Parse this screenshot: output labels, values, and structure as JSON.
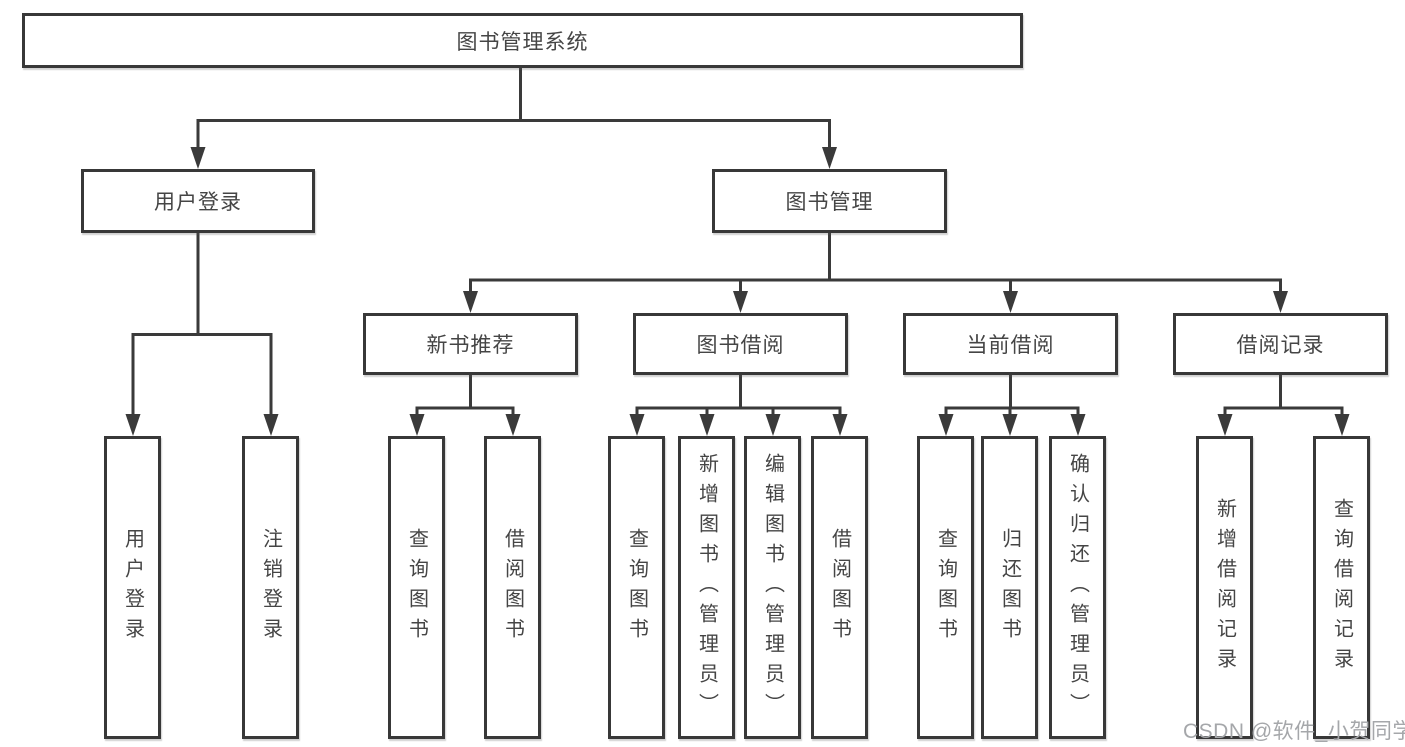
{
  "diagram_title": "图书管理系统",
  "tree": {
    "label": "图书管理系统",
    "children": [
      {
        "label": "用户登录",
        "children": [
          {
            "label": "用户登录"
          },
          {
            "label": "注销登录"
          }
        ]
      },
      {
        "label": "图书管理",
        "children": [
          {
            "label": "新书推荐",
            "children": [
              {
                "label": "查询图书"
              },
              {
                "label": "借阅图书"
              }
            ]
          },
          {
            "label": "图书借阅",
            "children": [
              {
                "label": "查询图书"
              },
              {
                "label": "新增图书（管理员）"
              },
              {
                "label": "编辑图书（管理员）"
              },
              {
                "label": "借阅图书"
              }
            ]
          },
          {
            "label": "当前借阅",
            "children": [
              {
                "label": "查询图书"
              },
              {
                "label": "归还图书"
              },
              {
                "label": "确认归还（管理员）"
              }
            ]
          },
          {
            "label": "借阅记录",
            "children": [
              {
                "label": "新增借阅记录"
              },
              {
                "label": "查询借阅记录"
              }
            ]
          }
        ]
      }
    ]
  },
  "watermark": {
    "text": "CSDN @软件_小贺同学"
  },
  "colors": {
    "background": "#ffffff",
    "line": "#3a3a3a",
    "box_border": "#383838",
    "text": "#454545",
    "watermark": "#a5a7aa"
  }
}
